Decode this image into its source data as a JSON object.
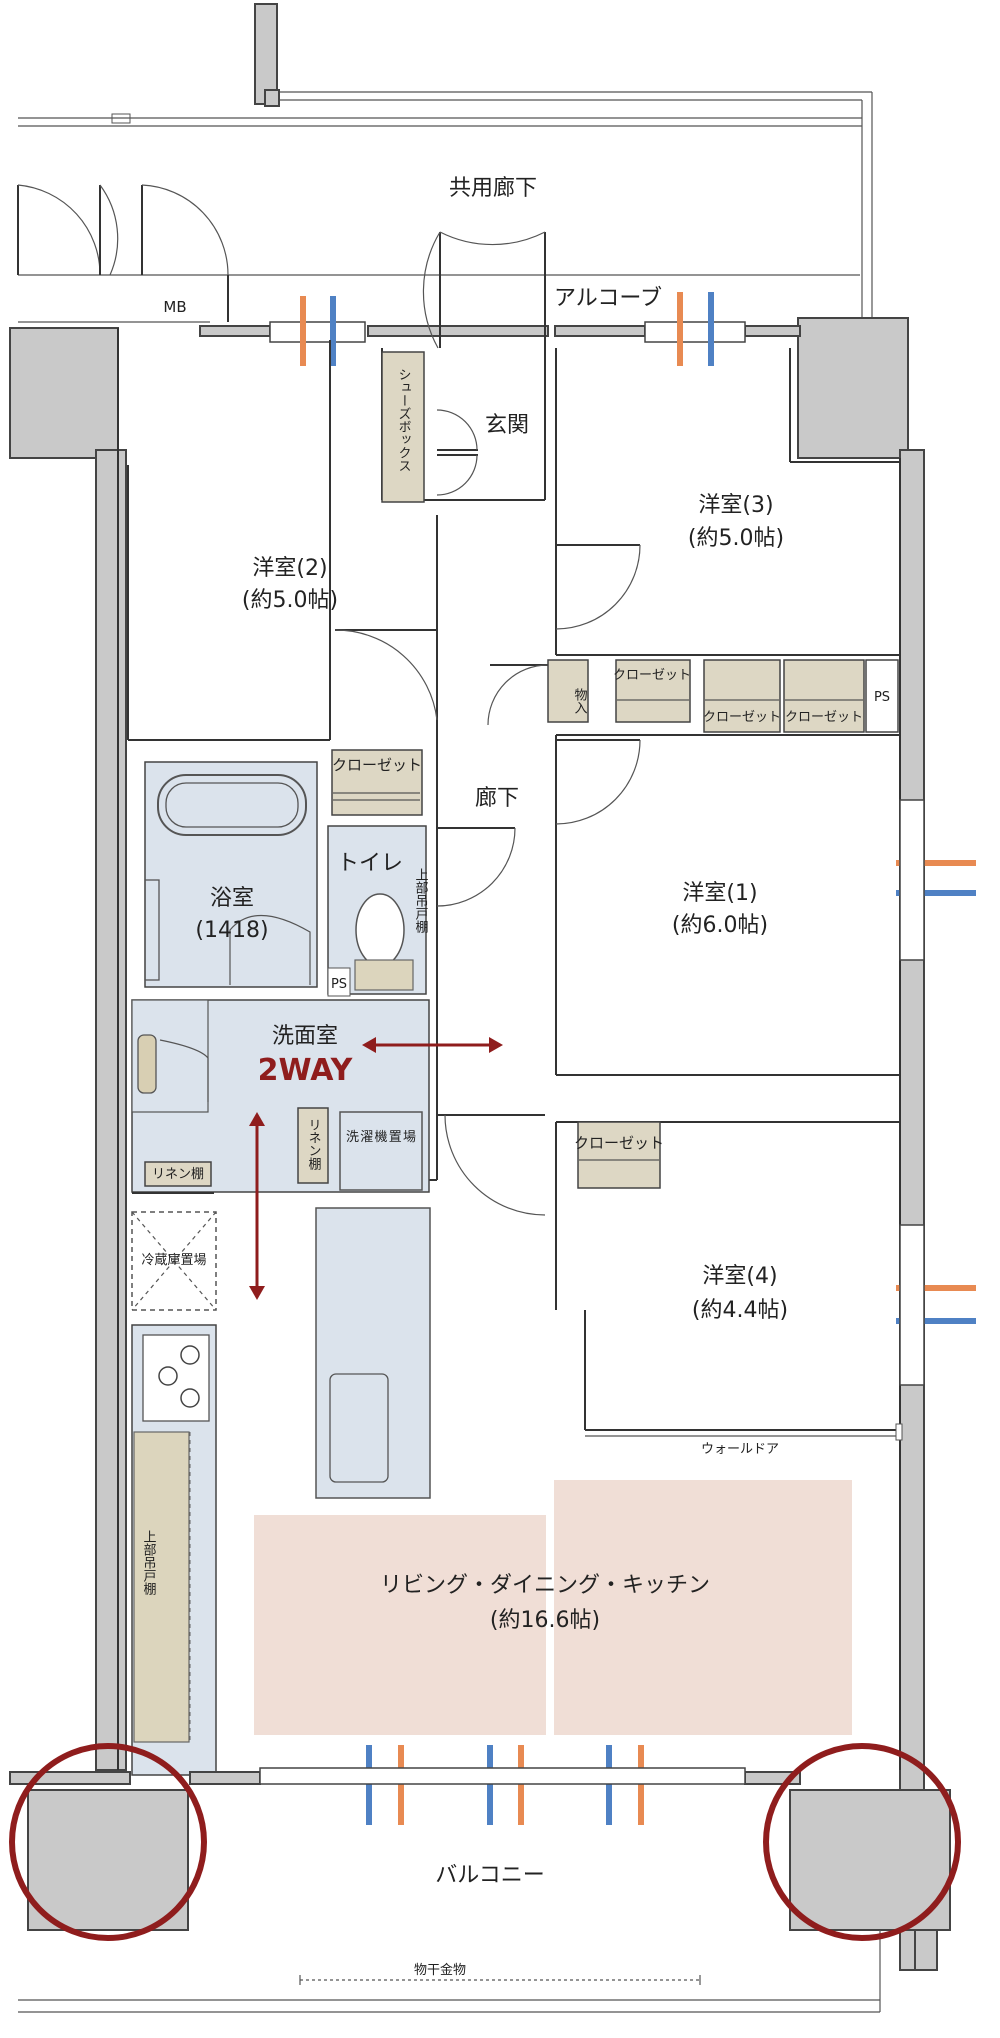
{
  "colors": {
    "wall": "#c9c9c9",
    "closet": "#ddd7c4",
    "wet_area": "#dbe3ec",
    "living_floor": "#f0ded6",
    "accent_red": "#8f1d1d",
    "vent_orange": "#e88a52",
    "vent_blue": "#4f81c4"
  },
  "labels": {
    "common_corridor": "共用廊下",
    "mb": "MB",
    "alcove": "アルコーブ",
    "entrance": "玄関",
    "shoe_box": "シューズボックス",
    "hallway": "廊下",
    "toilet": "トイレ",
    "upper_cabinet": "上部吊戸棚",
    "ps": "PS",
    "storage": "物入",
    "closet": "クローゼット",
    "linen_shelf": "リネン棚",
    "washer_space": "洗濯機置場",
    "fridge_space": "冷蔵庫置場",
    "walk_door": "ウォールドア",
    "balcony": "バルコニー",
    "laundry_hardware": "物干金物"
  },
  "rooms": {
    "western2": {
      "name": "洋室(2)",
      "size": "(約5.0帖)"
    },
    "western3": {
      "name": "洋室(3)",
      "size": "(約5.0帖)"
    },
    "western1": {
      "name": "洋室(1)",
      "size": "(約6.0帖)"
    },
    "western4": {
      "name": "洋室(4)",
      "size": "(約4.4帖)"
    },
    "bath": {
      "name": "浴室",
      "size": "(1418)"
    },
    "washroom": {
      "name": "洗面室",
      "tag": "2WAY"
    },
    "ldk": {
      "name": "リビング・ダイニング・キッチン",
      "size": "(約16.6帖)"
    }
  }
}
